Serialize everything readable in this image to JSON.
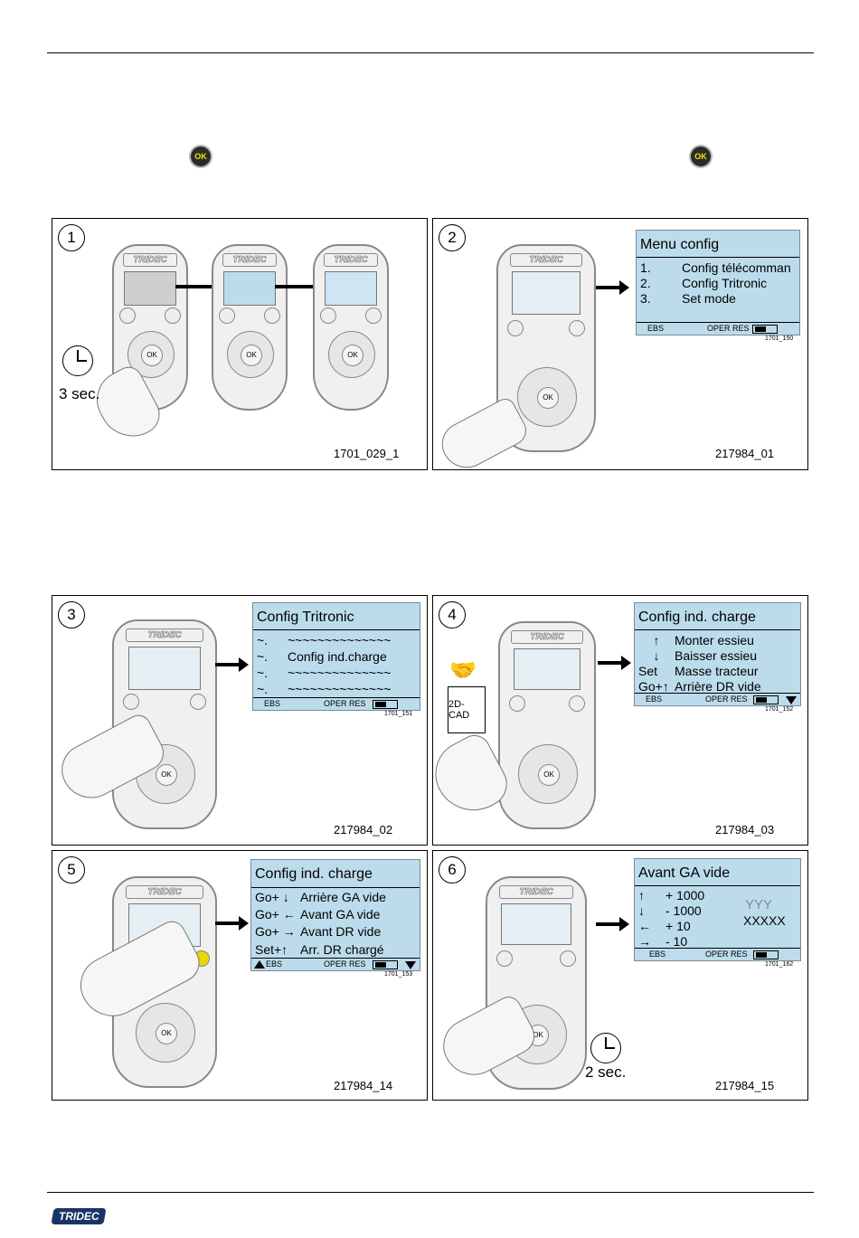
{
  "ok_icon_label": "OK",
  "footer_logo": "TRIDEC",
  "remote_logo": "TRIDEC",
  "panels": {
    "p1": {
      "step": "1",
      "ref": "1701_029_1",
      "clock_label": "3 sec."
    },
    "p2": {
      "step": "2",
      "ref": "217984_01",
      "screen": {
        "title": "Menu config",
        "rows": [
          [
            "1.",
            "Config télécomman"
          ],
          [
            "2.",
            "Config Tritronic"
          ],
          [
            "3.",
            "Set mode"
          ]
        ],
        "status_left": "EBS",
        "status_mid": "OPER RES",
        "code": "1701_150"
      }
    },
    "p3": {
      "step": "3",
      "ref": "217984_02",
      "screen": {
        "title": "Config Tritronic",
        "rows": [
          [
            "~.",
            "~~~~~~~~~~~~~~"
          ],
          [
            "~.",
            "Config ind.charge"
          ],
          [
            "~.",
            "~~~~~~~~~~~~~~"
          ],
          [
            "~.",
            "~~~~~~~~~~~~~~"
          ]
        ],
        "status_left": "EBS",
        "status_mid": "OPER RES",
        "code": "1701_151"
      }
    },
    "p4": {
      "step": "4",
      "ref": "217984_03",
      "doc_label": "2D-CAD",
      "screen": {
        "title": "Config ind. charge",
        "rows": [
          [
            "↑",
            "Monter essieu"
          ],
          [
            "↓",
            "Baisser essieu"
          ],
          [
            "Set",
            "Masse tracteur"
          ],
          [
            "Go+↑",
            "Arrière DR vide"
          ]
        ],
        "status_left": "EBS",
        "status_mid": "OPER RES",
        "code": "1701_152"
      }
    },
    "p5": {
      "step": "5",
      "ref": "217984_14",
      "screen": {
        "title": "Config ind. charge",
        "rows": [
          [
            "Go+ ↓",
            "Arrière GA vide"
          ],
          [
            "Go+ ←",
            "Avant GA vide"
          ],
          [
            "Go+ →",
            "Avant DR vide"
          ],
          [
            "Set+↑",
            "Arr. DR chargé"
          ]
        ],
        "status_left": "EBS",
        "status_mid": "OPER RES",
        "code": "1701_153"
      }
    },
    "p6": {
      "step": "6",
      "ref": "217984_15",
      "clock_label": "2 sec.",
      "screen": {
        "title": "Avant GA vide",
        "rows": [
          [
            "↑",
            "+ 1000"
          ],
          [
            "↓",
            "- 1000"
          ],
          [
            "←",
            "+ 10"
          ],
          [
            "→",
            "- 10"
          ]
        ],
        "value_a": "YYY",
        "value_b": "XXXXX",
        "status_left": "EBS",
        "status_mid": "OPER RES",
        "code": "1701_162"
      }
    }
  },
  "colors": {
    "screen_bg": "#bcdcec",
    "ok_text": "#f2e200",
    "logo_bg": "#1b3468"
  }
}
